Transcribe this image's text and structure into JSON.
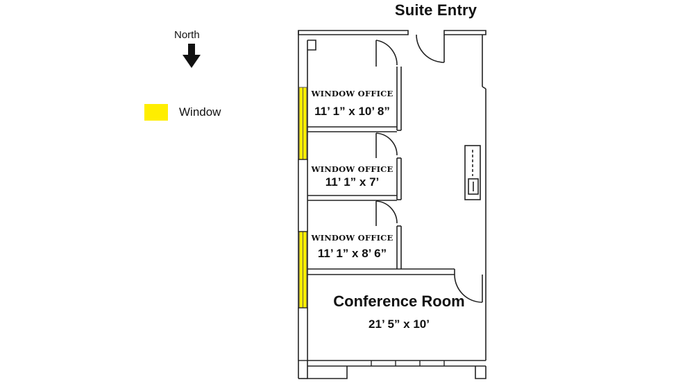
{
  "title": "Suite Entry",
  "compass": {
    "label": "North"
  },
  "legend": {
    "label": "Window",
    "color": "#ffee00"
  },
  "rooms": [
    {
      "label": "WINDOW OFFICE",
      "dimensions": "11’ 1” x 10’ 8”"
    },
    {
      "label": "WINDOW OFFICE",
      "dimensions": "11’ 1” x 7’"
    },
    {
      "label": "WINDOW OFFICE",
      "dimensions": "11’ 1” x 8’ 6”"
    }
  ],
  "conference": {
    "label": "Conference Room",
    "dimensions": "21’ 5” x 10’"
  }
}
